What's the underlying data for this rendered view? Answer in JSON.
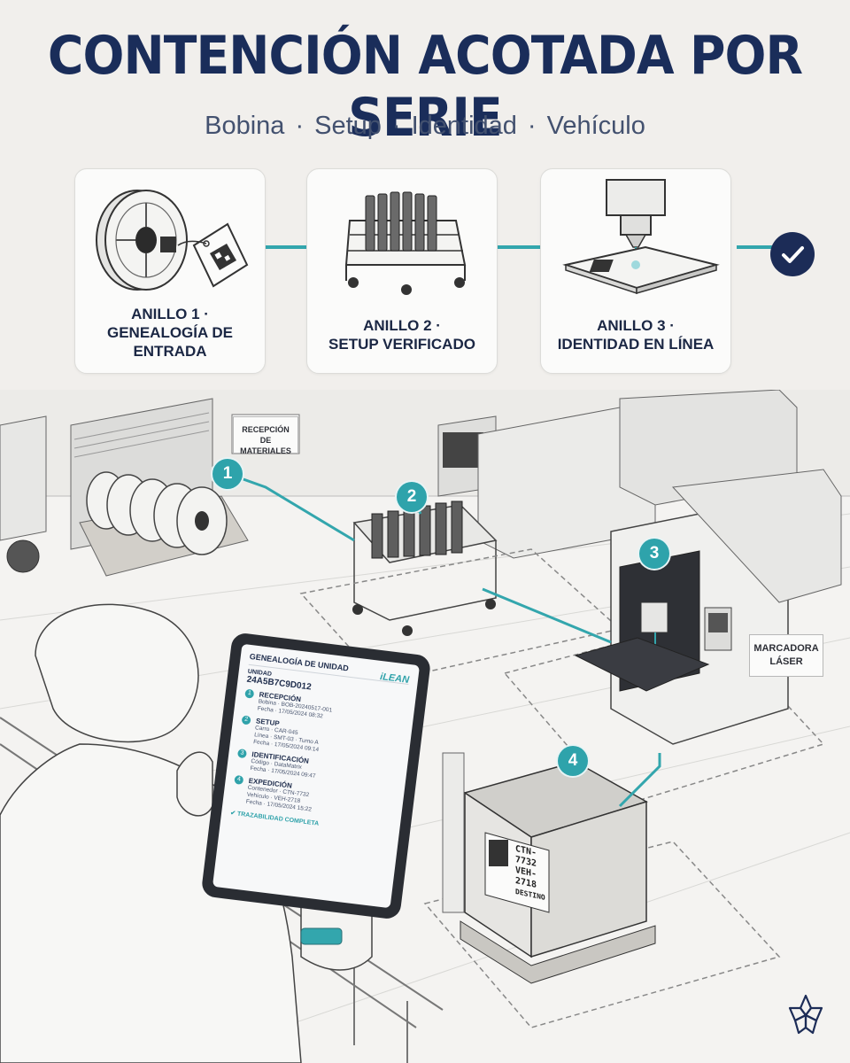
{
  "header": {
    "title": "CONTENCIÓN ACOTADA POR SERIE",
    "subtitle_items": [
      "Bobina",
      "Setup",
      "Identidad",
      "Vehículo"
    ]
  },
  "rings": [
    {
      "label_line1": "ANILLO 1 ·",
      "label_line2": "GENEALOGÍA DE",
      "label_line3": "ENTRADA",
      "icon": "coil-with-tag-icon"
    },
    {
      "label_line1": "ANILLO 2 ·",
      "label_line2": "SETUP VERIFICADO",
      "label_line3": "",
      "icon": "cart-icon"
    },
    {
      "label_line1": "ANILLO 3 ·",
      "label_line2": "IDENTIDAD EN LÍNEA",
      "label_line3": "",
      "icon": "laser-marking-icon"
    }
  ],
  "scene": {
    "sign_reception_line1": "RECEPCIÓN",
    "sign_reception_line2": "DE MATERIALES",
    "sign_laser_line1": "MARCADORA",
    "sign_laser_line2": "LÁSER",
    "badges": [
      "1",
      "2",
      "3",
      "4"
    ],
    "crate_label": {
      "line1": "CTN-7732",
      "line2": "VEH-2718",
      "line3": "DESTINO"
    }
  },
  "tablet": {
    "header": "GENEALOGÍA DE UNIDAD",
    "logo": "iLEAN",
    "unit_label": "UNIDAD",
    "unit_value": "24A5B7C9D012",
    "sections": [
      {
        "num": "1",
        "title": "RECEPCIÓN",
        "line1": "Bobina · BOB-20240517-001",
        "line2": "Fecha · 17/05/2024 08:32"
      },
      {
        "num": "2",
        "title": "SETUP",
        "line1": "Carro · CAR-045",
        "line2": "Línea · SMT-03 · Turno A",
        "line3": "Fecha · 17/05/2024 09:14"
      },
      {
        "num": "3",
        "title": "IDENTIFICACIÓN",
        "line1": "Código · DataMatrix",
        "line2": "Fecha · 17/05/2024 09:47"
      },
      {
        "num": "4",
        "title": "EXPEDICIÓN",
        "line1": "Contenedor · CTN-7732",
        "line2": "Vehículo · VEH-2718",
        "line3": "Fecha · 17/05/2024 15:22"
      }
    ],
    "status": "TRAZABILIDAD COMPLETA"
  },
  "colors": {
    "navy": "#1c2c57",
    "teal": "#33a6ad",
    "background": "#f1efec"
  }
}
